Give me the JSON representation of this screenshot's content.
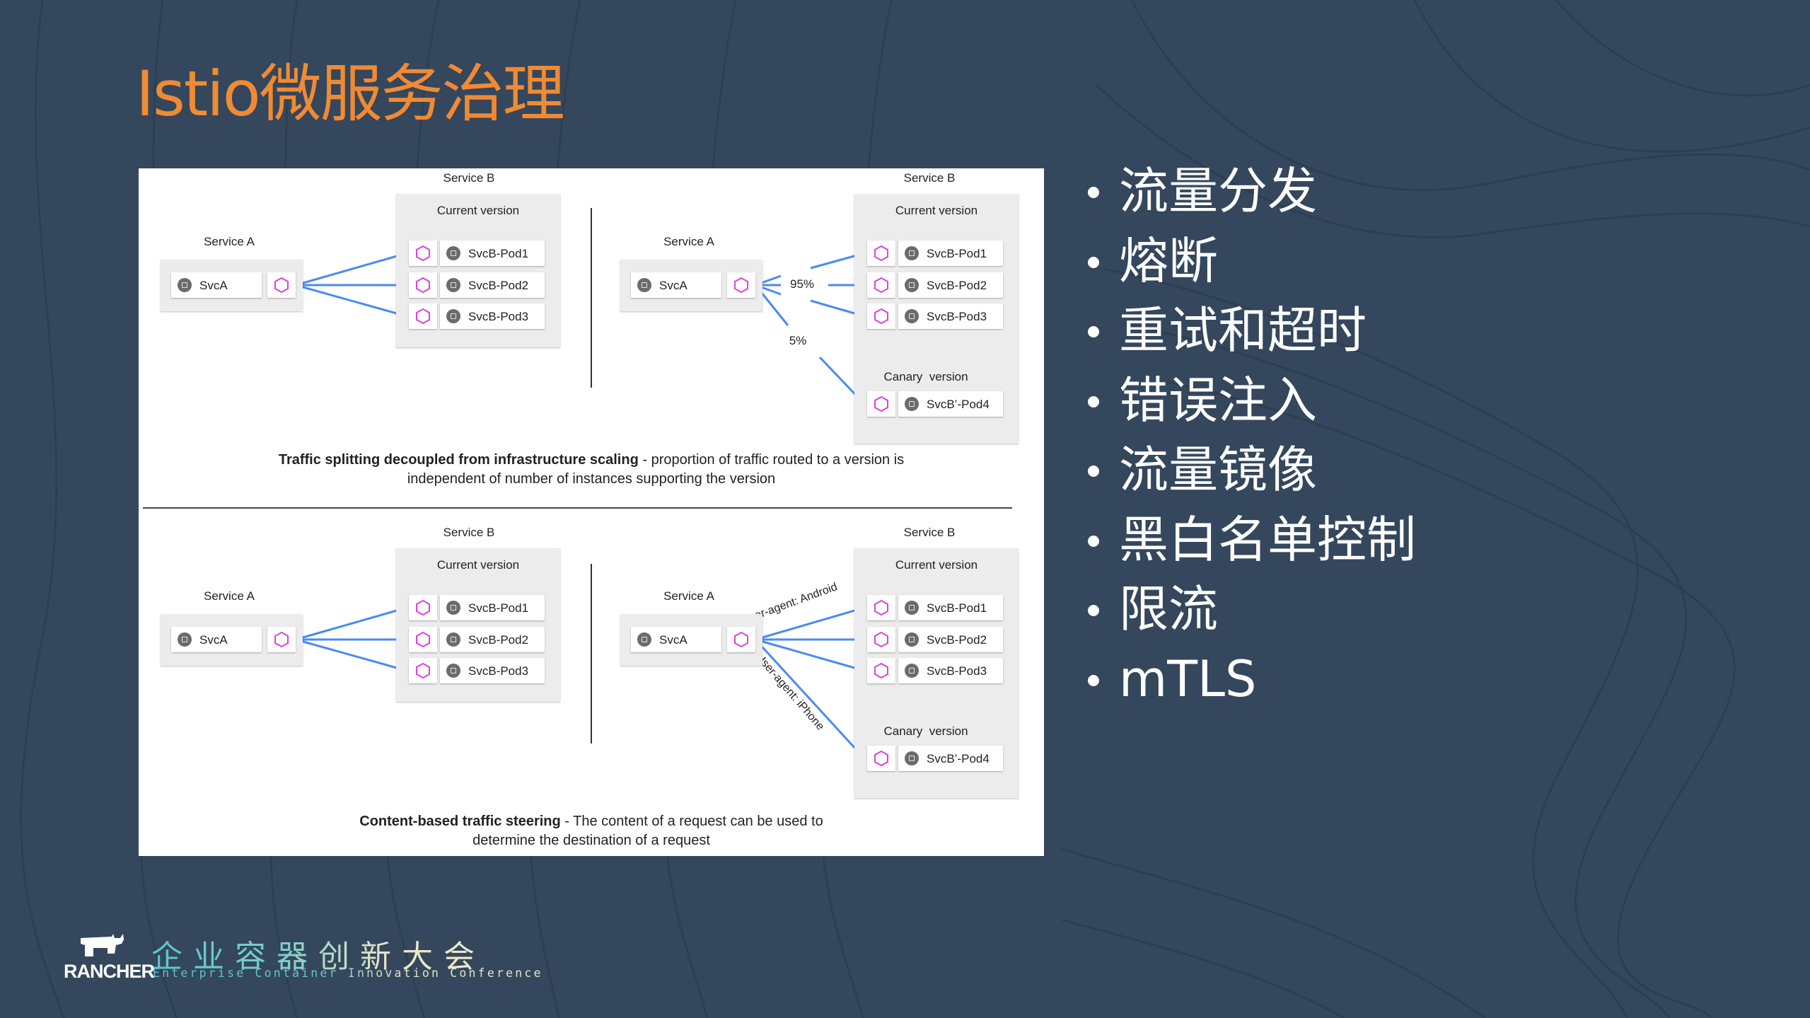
{
  "slide": {
    "title": "Istio微服务治理",
    "title_color": "#f08a34",
    "background_color": "#34475c"
  },
  "diagram": {
    "top": {
      "caption_bold": "Traffic splitting decoupled from infrastructure scaling",
      "caption_rest": " - proportion of traffic routed to a version is",
      "caption_line2": "independent of number of instances supporting the version",
      "left": {
        "service_a_label": "Service A",
        "svca": "SvcA",
        "service_b_label": "Service B",
        "current_version_label": "Current version",
        "pods": [
          "SvcB-Pod1",
          "SvcB-Pod2",
          "SvcB-Pod3"
        ]
      },
      "right": {
        "service_a_label": "Service A",
        "svca": "SvcA",
        "service_b_label": "Service B",
        "current_version_label": "Current version",
        "pods": [
          "SvcB-Pod1",
          "SvcB-Pod2",
          "SvcB-Pod3"
        ],
        "canary_version_label": "Canary  version",
        "canary_pod": "SvcB’-Pod4",
        "split_current": "95%",
        "split_canary": "5%"
      }
    },
    "bottom": {
      "caption_bold": "Content-based traffic steering",
      "caption_rest": " - The content of a request can be used to",
      "caption_line2": "determine the destination of a request",
      "left": {
        "service_a_label": "Service A",
        "svca": "SvcA",
        "service_b_label": "Service B",
        "current_version_label": "Current version",
        "pods": [
          "SvcB-Pod1",
          "SvcB-Pod2",
          "SvcB-Pod3"
        ]
      },
      "right": {
        "service_a_label": "Service A",
        "svca": "SvcA",
        "service_b_label": "Service B",
        "current_version_label": "Current version",
        "pods": [
          "SvcB-Pod1",
          "SvcB-Pod2",
          "SvcB-Pod3"
        ],
        "canary_version_label": "Canary  version",
        "canary_pod": "SvcB’-Pod4",
        "route_android": "User-agent: Android",
        "route_iphone": "User-agent: iPhone"
      }
    },
    "colors": {
      "arrow": "#4a8af4",
      "sidecar_hex": "#e040e0",
      "box_gray": "#ececec"
    }
  },
  "bullets": [
    {
      "text": "流量分发"
    },
    {
      "text": "熔断"
    },
    {
      "text": "重试和超时"
    },
    {
      "text": "错误注入"
    },
    {
      "text": "流量镜像"
    },
    {
      "text": "黑白名单控制"
    },
    {
      "text": "限流"
    },
    {
      "text": "mTLS"
    }
  ],
  "footer": {
    "brand": "RANCHER",
    "conference_cn": "企业容器创新大会",
    "conference_en": "Enterprise Container Innovation Conference"
  }
}
